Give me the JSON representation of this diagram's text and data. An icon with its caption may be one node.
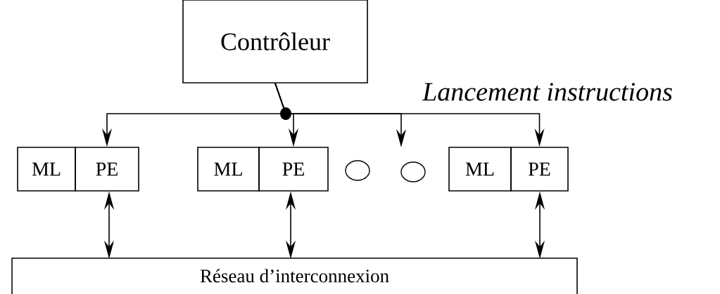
{
  "diagram": {
    "nodes": [
      {
        "text": [
          "Contrôleur"
        ]
      },
      {
        "text": [
          "ML"
        ]
      },
      {
        "text": [
          "PE"
        ]
      },
      {
        "text": [
          "ML"
        ]
      },
      {
        "text": [
          "PE"
        ]
      },
      {
        "text": [],
        "shape": "circle"
      },
      {
        "text": [],
        "shape": "circle"
      },
      {
        "text": [
          "ML"
        ]
      },
      {
        "text": [
          "PE"
        ]
      },
      {
        "text": [
          "Réseau d’interconnexion"
        ]
      }
    ],
    "edges": [
      {
        "from": 0,
        "to": 2,
        "arrow": "to"
      },
      {
        "from": 0,
        "to": 4,
        "arrow": "to"
      },
      {
        "from": 0,
        "to": null,
        "arrow": "to"
      },
      {
        "from": 0,
        "to": 8,
        "arrow": "to"
      },
      {
        "from": 2,
        "to": 9,
        "arrow": "both"
      },
      {
        "from": 4,
        "to": 9,
        "arrow": "both"
      },
      {
        "from": 8,
        "to": 9,
        "arrow": "both"
      }
    ],
    "labels": [
      "Lancement instructions"
    ]
  }
}
